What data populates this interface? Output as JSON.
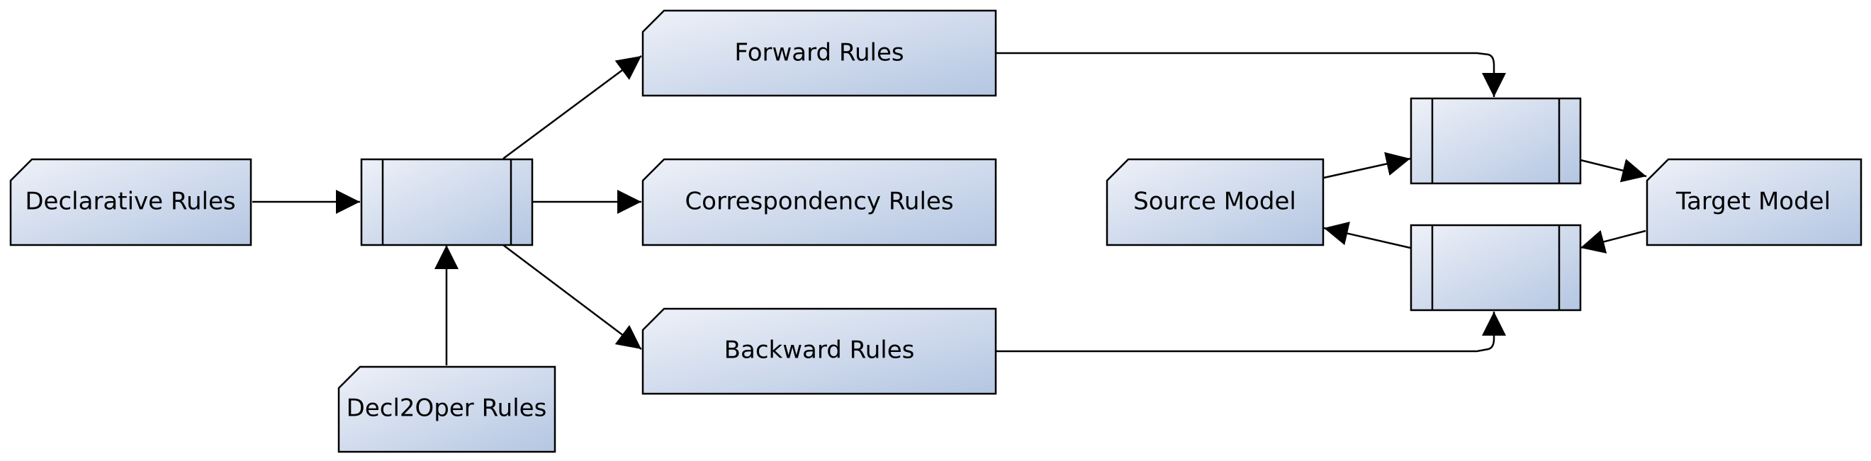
{
  "colors": {
    "fill_light": "#eef1f8",
    "fill_dark": "#b4c6e2",
    "stroke": "#000000"
  },
  "nodes": {
    "declarative": {
      "label": "Declarative Rules"
    },
    "decl2oper": {
      "label": "Decl2Oper Rules"
    },
    "forward": {
      "label": "Forward Rules"
    },
    "correspondency": {
      "label": "Correspondency Rules"
    },
    "backward": {
      "label": "Backward Rules"
    },
    "source_model": {
      "label": "Source Model"
    },
    "target_model": {
      "label": "Target Model"
    }
  }
}
